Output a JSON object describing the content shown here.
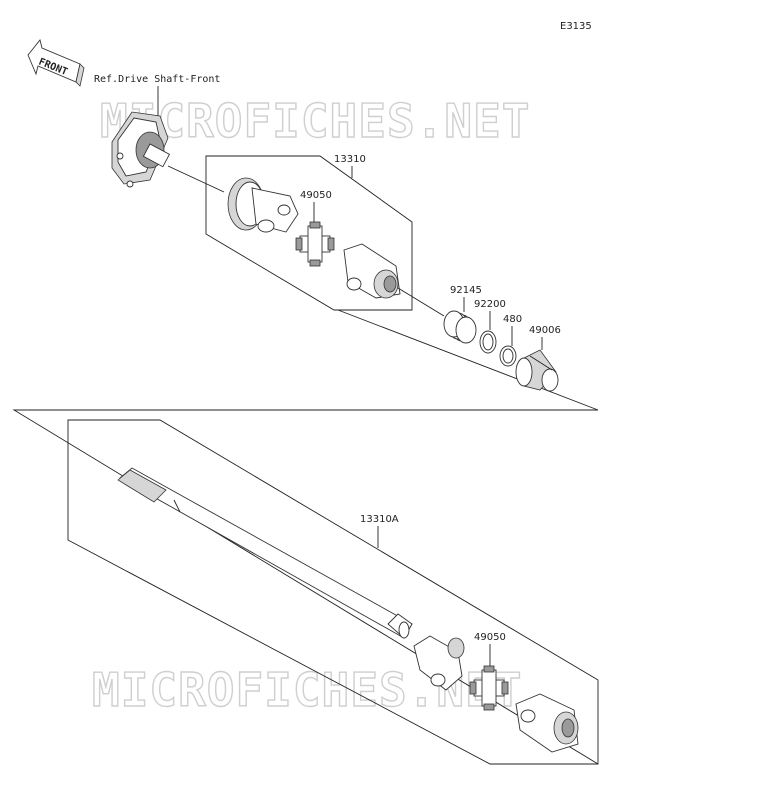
{
  "diagram_code": "E3135",
  "front_label": "FRONT",
  "ref_label": "Ref.Drive Shaft-Front",
  "watermark_top": "MICROFICHES.NET",
  "watermark_bottom": "MICROFICHES.NET",
  "parts": {
    "assembly_upper": "13310",
    "cross_upper": "49050",
    "spring": "92145",
    "ring": "92200",
    "circlip": "480",
    "boot": "49006",
    "assembly_lower": "13310A",
    "cross_lower": "49050"
  }
}
